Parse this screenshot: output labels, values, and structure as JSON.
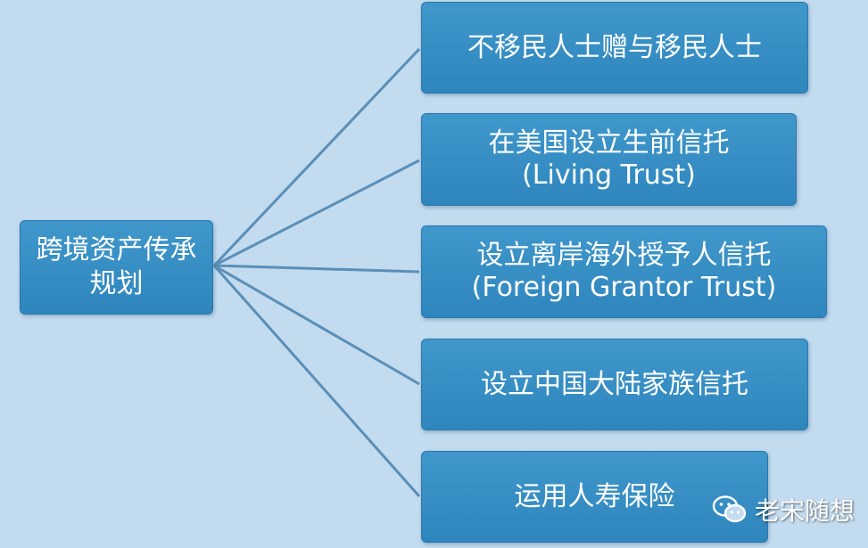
{
  "root": {
    "line1": "跨境资产传承",
    "line2": "规划"
  },
  "branches": [
    {
      "line1": "不移民人士赠与移民人士",
      "line2": ""
    },
    {
      "line1": "在美国设立生前信托",
      "line2": "(Living Trust)"
    },
    {
      "line1": "设立离岸海外授予人信托",
      "line2": "(Foreign Grantor Trust)"
    },
    {
      "line1": "设立中国大陆家族信托",
      "line2": ""
    },
    {
      "line1": "运用人寿保险",
      "line2": ""
    }
  ],
  "watermark": {
    "icon": "wechat-icon",
    "text": "老宋随想"
  },
  "colors": {
    "background": "#c2dbef",
    "box_fill": "#358cc2",
    "connector": "#5a8fb8",
    "text": "#ffffff"
  }
}
